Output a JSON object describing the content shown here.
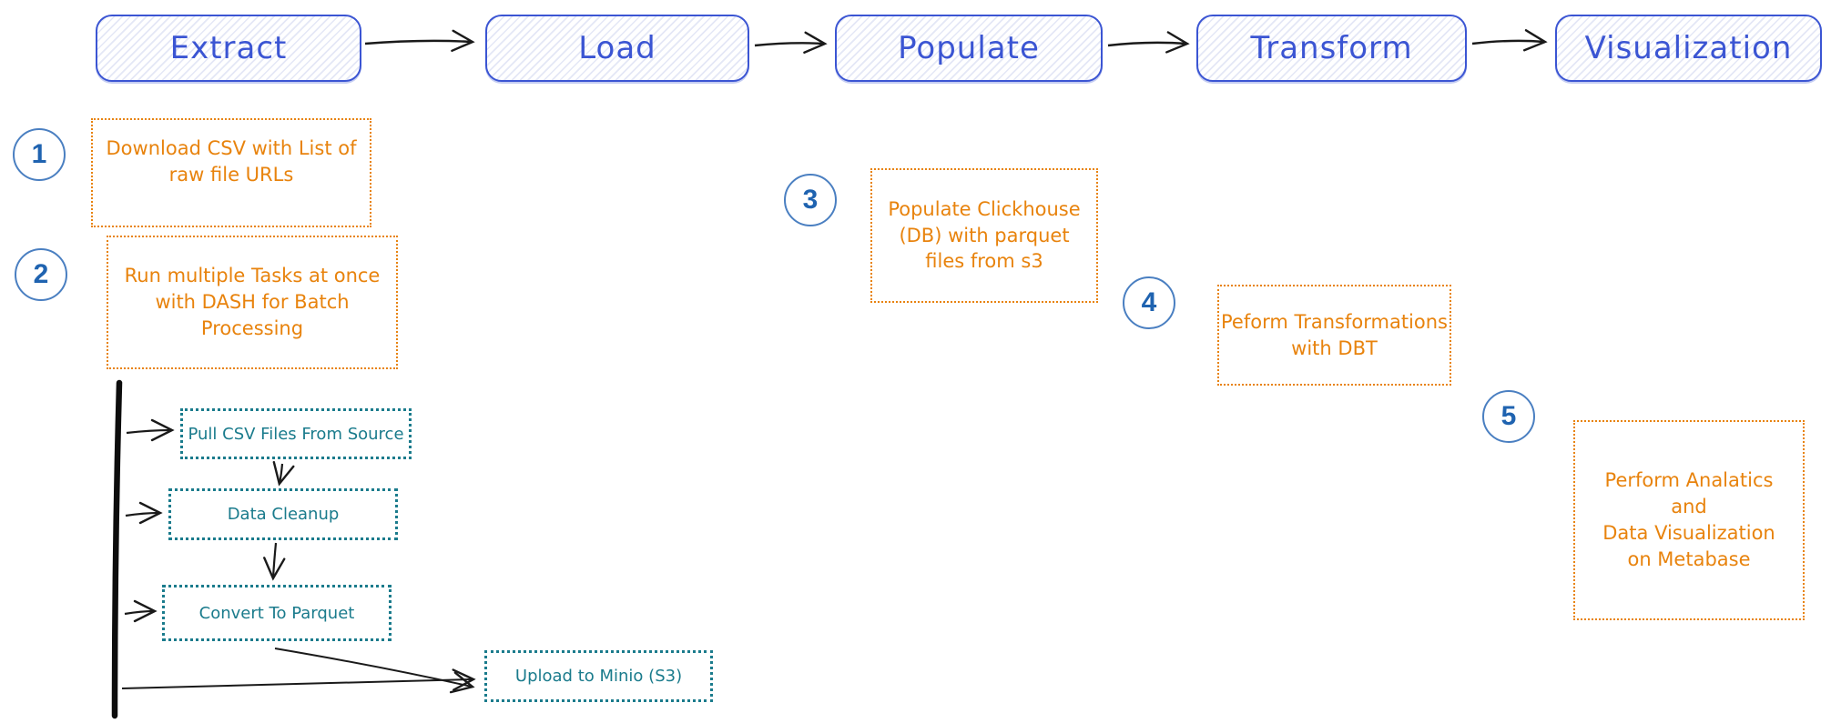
{
  "pipeline": {
    "stages": [
      {
        "label": "Extract"
      },
      {
        "label": "Load"
      },
      {
        "label": "Populate"
      },
      {
        "label": "Transform"
      },
      {
        "label": "Visualization"
      }
    ],
    "steps": [
      {
        "number": "1",
        "text": "Download CSV with List of\nraw file URLs"
      },
      {
        "number": "2",
        "text": "Run multiple Tasks at once\nwith DASH for Batch\nProcessing"
      },
      {
        "number": "3",
        "text": "Populate Clickhouse\n(DB) with  parquet\nfiles from s3"
      },
      {
        "number": "4",
        "text": "Peform Transformations\nwith DBT"
      },
      {
        "number": "5",
        "text": "Perform Analatics\nand\nData Visualization\non Metabase"
      }
    ],
    "subtasks": [
      {
        "label": "Pull CSV Files From Source"
      },
      {
        "label": "Data Cleanup"
      },
      {
        "label": "Convert To Parquet"
      },
      {
        "label": "Upload to Minio (S3)"
      }
    ],
    "colors": {
      "stage_blue": "#3b55d3",
      "step_orange": "#e8830d",
      "subtask_teal": "#1a7b8c",
      "circle_border_blue": "#4a7fc1",
      "circle_number_blue": "#1f63b0",
      "arrow_black": "#1a1a1a"
    }
  }
}
